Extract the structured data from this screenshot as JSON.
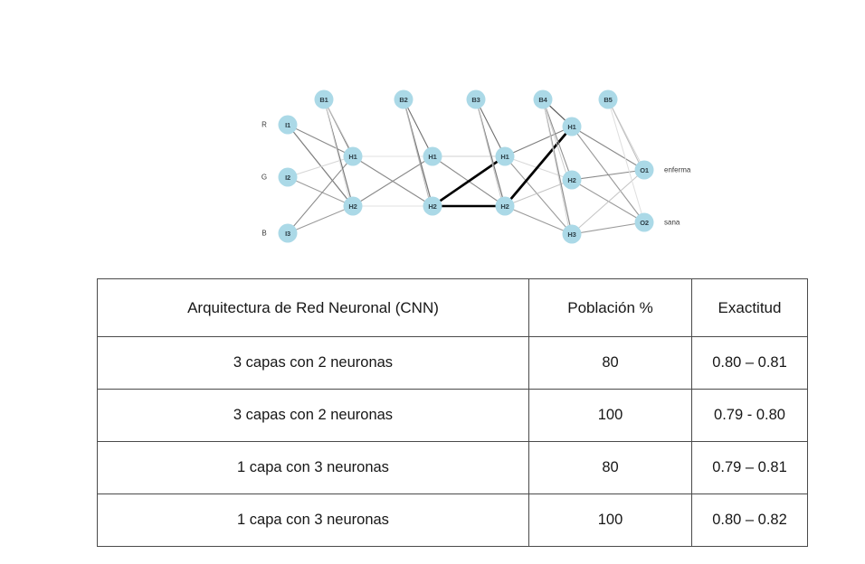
{
  "figure": {
    "name": "neural-network-architecture-diagram",
    "node_fill_color": "#abd9e7",
    "edge_color_light": "#c9c9c9",
    "edge_color_mid": "#6f6f6f",
    "edge_color_strong": "#000000",
    "input_side_labels": [
      "R",
      "G",
      "B"
    ],
    "input_nodes": [
      "I1",
      "I2",
      "I3"
    ],
    "bias_nodes": [
      "B1",
      "B2",
      "B3",
      "B4",
      "B5"
    ],
    "hidden_layer_1": [
      "H1",
      "H2"
    ],
    "hidden_layer_2": [
      "H1",
      "H2"
    ],
    "hidden_layer_3": [
      "H1",
      "H2"
    ],
    "hidden_layer_4": [
      "H1",
      "H2",
      "H3"
    ],
    "output_nodes": [
      "O1",
      "O2"
    ],
    "output_labels": [
      "enferma",
      "sana"
    ]
  },
  "table": {
    "headers": {
      "architecture": "Arquitectura de Red Neuronal (CNN)",
      "population": "Población %",
      "accuracy": "Exactitud"
    },
    "rows": [
      {
        "architecture": "3 capas con 2 neuronas",
        "population": "80",
        "accuracy": "0.80 – 0.81"
      },
      {
        "architecture": "3 capas con 2 neuronas",
        "population": "100",
        "accuracy": "0.79 - 0.80"
      },
      {
        "architecture": "1 capa con 3 neuronas",
        "population": "80",
        "accuracy": "0.79 – 0.81"
      },
      {
        "architecture": "1 capa con 3 neuronas",
        "population": "100",
        "accuracy": "0.80 – 0.82"
      }
    ]
  }
}
